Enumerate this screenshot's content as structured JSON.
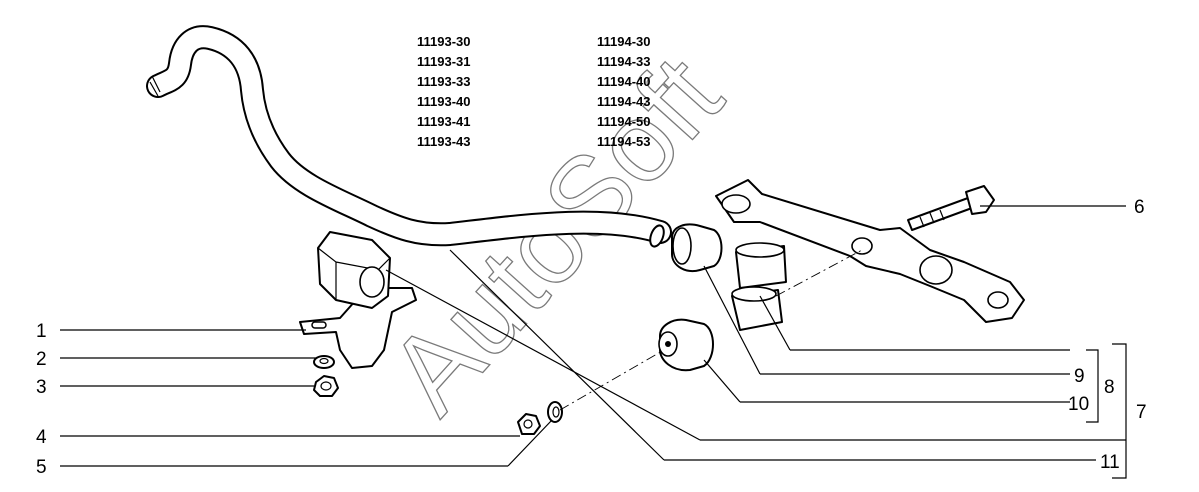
{
  "models": {
    "left": [
      "11193-30",
      "11193-31",
      "11193-33",
      "11193-40",
      "11193-41",
      "11193-43"
    ],
    "right": [
      "11194-30",
      "11194-33",
      "11194-40",
      "11194-43",
      "11194-50",
      "11194-53"
    ]
  },
  "watermark": "AutoSoft",
  "callouts": {
    "c1": "1",
    "c2": "2",
    "c3": "3",
    "c4": "4",
    "c5": "5",
    "c6": "6",
    "c7": "7",
    "c8": "8",
    "c9": "9",
    "c10": "10",
    "c11": "11"
  }
}
